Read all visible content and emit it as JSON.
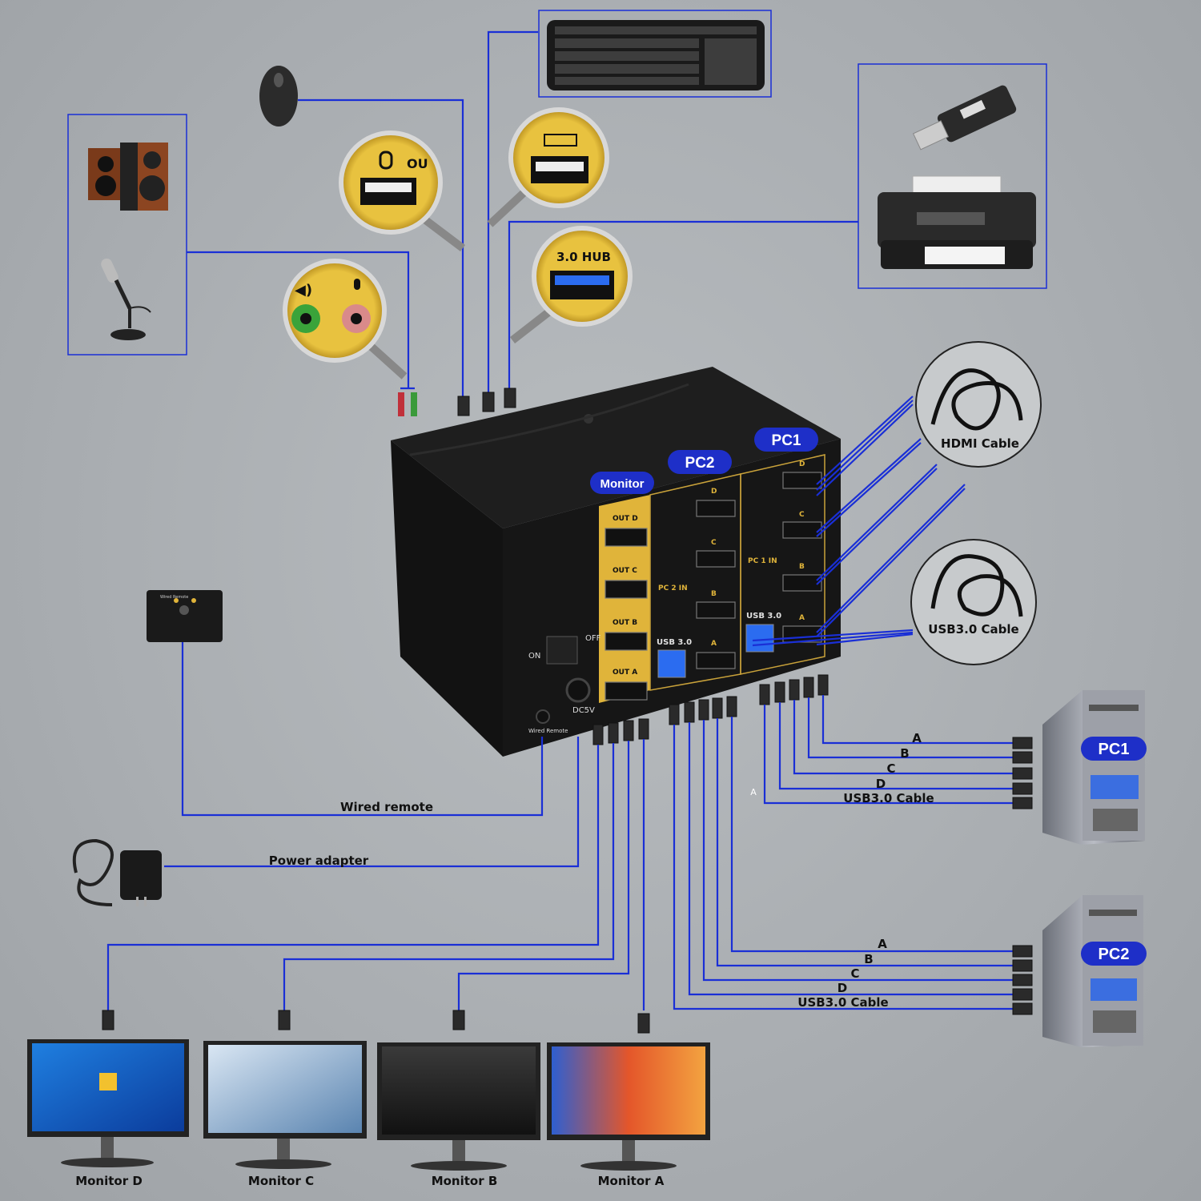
{
  "colors": {
    "wire": "#1a2fd6",
    "pill": "#1e2fc8",
    "gold_panel": "#e0b43a",
    "device_body": "#141414",
    "background": "#adb1b5"
  },
  "top_devices": {
    "mouse_icon": "mouse-icon",
    "keyboard_icon": "keyboard-icon",
    "speaker_icon": "speaker-icon",
    "microphone_icon": "microphone-icon",
    "usb_drive_icon": "usb-drive-icon",
    "printer_icon": "printer-icon"
  },
  "magnifiers": {
    "mouse_port": "OU",
    "usb_hub": "3.0 HUB"
  },
  "kvm": {
    "section_monitor": "Monitor",
    "section_pc2": "PC2",
    "section_pc1": "PC1",
    "monitor_outputs": [
      "OUT D",
      "OUT C",
      "OUT B",
      "OUT A"
    ],
    "pc2_in": "PC 2 IN",
    "pc1_in": "PC 1 IN",
    "pc_port_letters": [
      "D",
      "C",
      "B",
      "A"
    ],
    "usb_label": "USB 3.0",
    "switch_on": "ON",
    "switch_off": "OFF",
    "dc_label": "DC5V",
    "wired_remote_port": "Wired Remote"
  },
  "cables": {
    "hdmi": "HDMI Cable",
    "usb3": "USB3.0 Cable"
  },
  "remote": {
    "title": "Wired Remote",
    "label": "Wired remote"
  },
  "power": {
    "label": "Power adapter"
  },
  "pc1": {
    "name": "PC1",
    "lines": [
      "A",
      "B",
      "C",
      "D",
      "USB3.0 Cable"
    ],
    "stray": "A"
  },
  "pc2": {
    "name": "PC2",
    "lines": [
      "A",
      "B",
      "C",
      "D",
      "USB3.0 Cable"
    ]
  },
  "monitors": [
    "Monitor D",
    "Monitor C",
    "Monitor B",
    "Monitor A"
  ]
}
